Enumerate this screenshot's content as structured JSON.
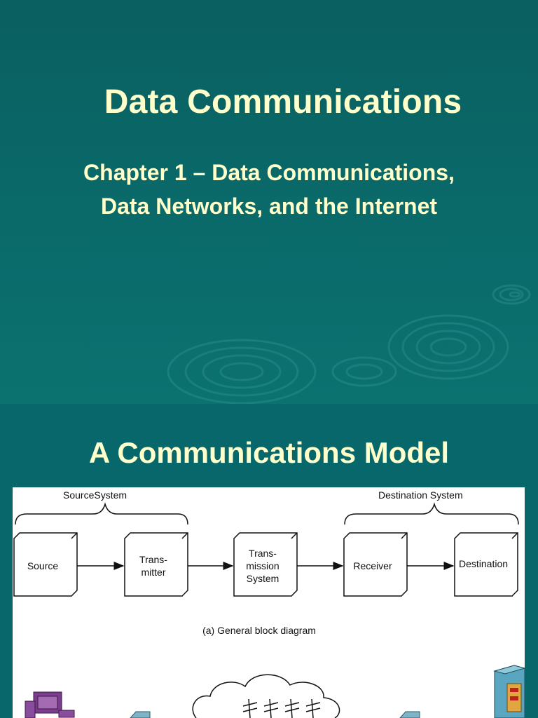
{
  "slide1": {
    "title": "Data Communications",
    "subtitle_line1": "Chapter 1 – Data Communications,",
    "subtitle_line2": "Data Networks, and the Internet"
  },
  "slide2": {
    "title": "A Communications Model",
    "figure": {
      "source_system_label": "SourceSystem",
      "destination_system_label": "Destination System",
      "blocks": [
        {
          "lines": [
            "Source"
          ]
        },
        {
          "lines": [
            "Trans-",
            "mitter"
          ]
        },
        {
          "lines": [
            "Trans-",
            "mission",
            "System"
          ]
        },
        {
          "lines": [
            "Receiver"
          ]
        },
        {
          "lines": [
            "Destination"
          ]
        }
      ],
      "caption": "(a) General block diagram"
    }
  },
  "colors": {
    "background": "#07676a",
    "title_text": "#ffffcc"
  }
}
